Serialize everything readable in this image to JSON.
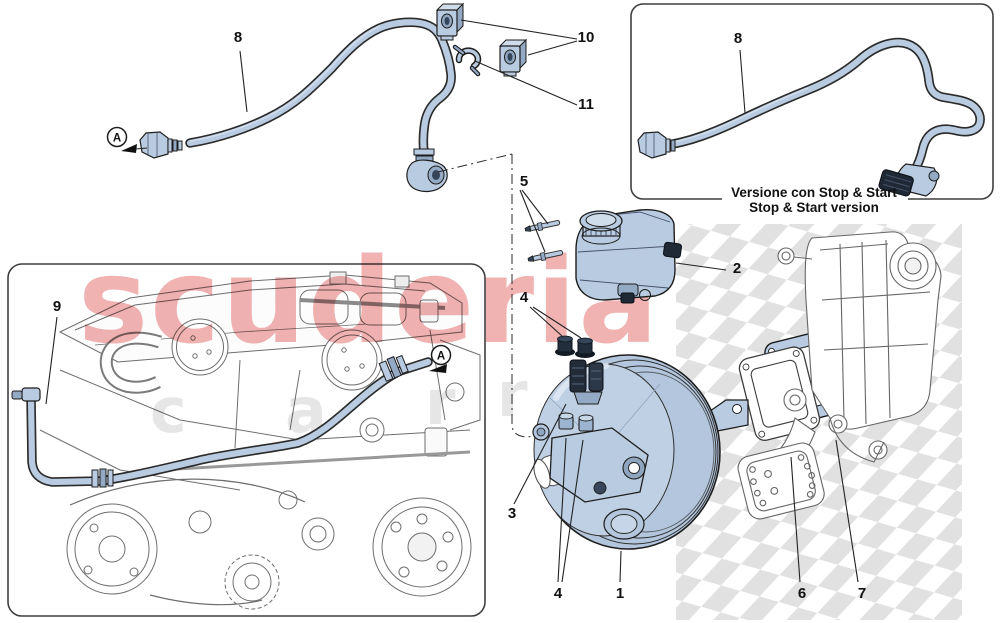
{
  "diagram": {
    "watermark": {
      "text": "scuderia",
      "ghost_letters": [
        "c",
        "a",
        "r",
        "r"
      ]
    },
    "stop_start_box": {
      "caption_line1": "Versione con Stop & Start",
      "caption_line2": "Stop & Start version",
      "callout": "8"
    },
    "view_markers": [
      {
        "label": "A"
      },
      {
        "label": "A"
      }
    ],
    "callouts": [
      {
        "label": "8"
      },
      {
        "label": "10"
      },
      {
        "label": "11"
      },
      {
        "label": "5"
      },
      {
        "label": "2"
      },
      {
        "label": "9"
      },
      {
        "label": "4"
      },
      {
        "label": "3"
      },
      {
        "label": "4"
      },
      {
        "label": "1"
      },
      {
        "label": "6"
      },
      {
        "label": "7"
      }
    ],
    "colors": {
      "part_fill": "#b9cbe0",
      "part_shadow": "#93a9c4",
      "part_light": "#cfdcea",
      "outline": "#1d1d1d",
      "watermark_red": "#e57373",
      "check_gray": "#dcdcdc",
      "engine_line": "#6e6e6e"
    }
  }
}
